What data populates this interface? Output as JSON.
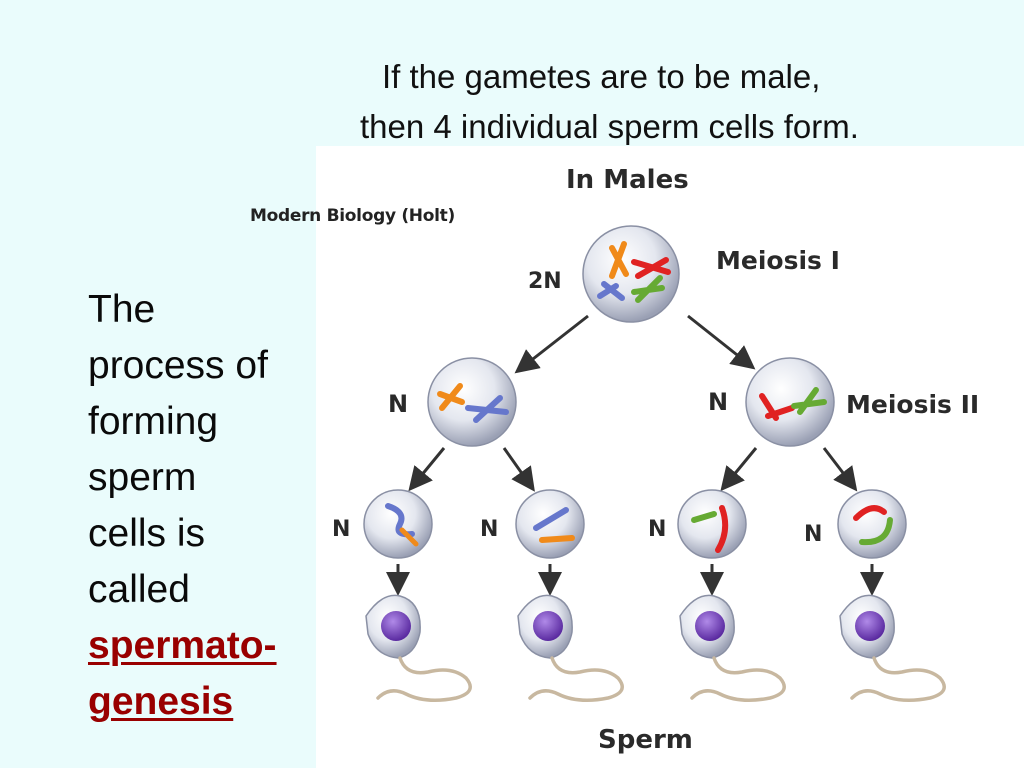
{
  "headline": {
    "line1": "If the gametes are to be male,",
    "line2": "then 4 individual sperm cells form."
  },
  "credit": "Modern Biology (Holt)",
  "side_text": {
    "lines": [
      "The",
      "process of",
      "forming",
      "sperm",
      "cells is",
      "called"
    ],
    "term_lines": [
      "spermato-",
      "genesis"
    ],
    "term_color": "#990000"
  },
  "diagram": {
    "title": "In Males",
    "stage1_label": "Meiosis I",
    "stage2_label": "Meiosis II",
    "diploid_label": "2N",
    "haploid_label": "N",
    "bottom_label": "Sperm",
    "chromosome_colors": [
      "#f08a1a",
      "#e02222",
      "#6677cc",
      "#66aa33"
    ],
    "nucleus_color": "#6a3ab0",
    "cell_fill": "#d9dde8"
  }
}
